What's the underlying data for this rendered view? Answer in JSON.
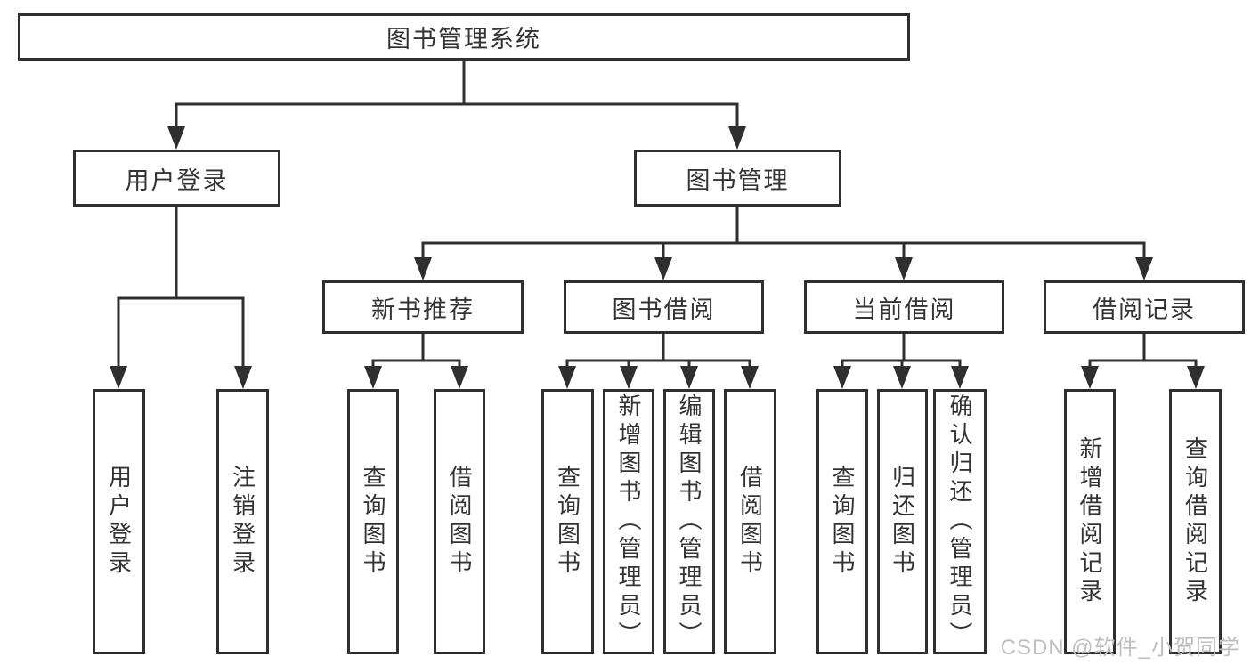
{
  "diagram": {
    "root": "图书管理系统",
    "level2": {
      "user_login": "用户登录",
      "book_management": "图书管理"
    },
    "level3": {
      "new_book": "新书推荐",
      "book_borrow": "图书借阅",
      "current_borrow": "当前借阅",
      "borrow_record": "借阅记录"
    },
    "leaves": {
      "g1": [
        "用户登录",
        "注销登录"
      ],
      "g2": [
        "查询图书",
        "借阅图书"
      ],
      "g3": [
        "查询图书",
        "新增图书（管理员）",
        "编辑图书（管理员）",
        "借阅图书"
      ],
      "g4": [
        "查询图书",
        "归还图书",
        "确认归还（管理员）"
      ],
      "g5": [
        "新增借阅记录",
        "查询借阅记录"
      ]
    }
  },
  "watermark": "CSDN @软件_小贺同学",
  "colors": {
    "line": "#2f2f2f",
    "text": "#333333",
    "watermark": "#bfbfbf",
    "background": "#ffffff"
  }
}
